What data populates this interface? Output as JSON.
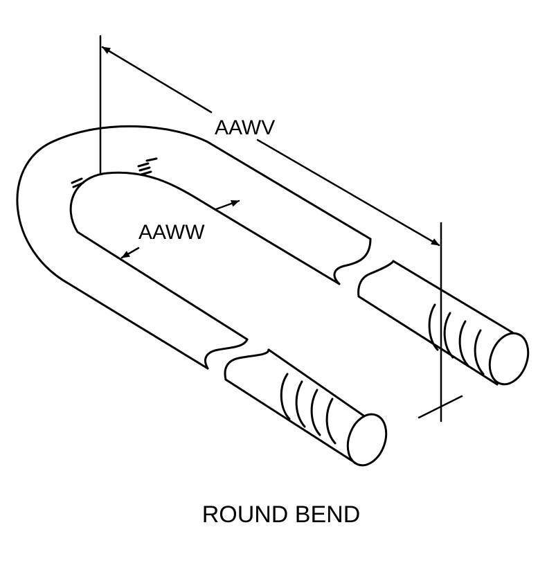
{
  "labels": {
    "overall_length": "AAWV",
    "inside_width": "AAWW",
    "caption": "ROUND BEND"
  },
  "colors": {
    "stroke": "#000000",
    "background": "#ffffff"
  }
}
